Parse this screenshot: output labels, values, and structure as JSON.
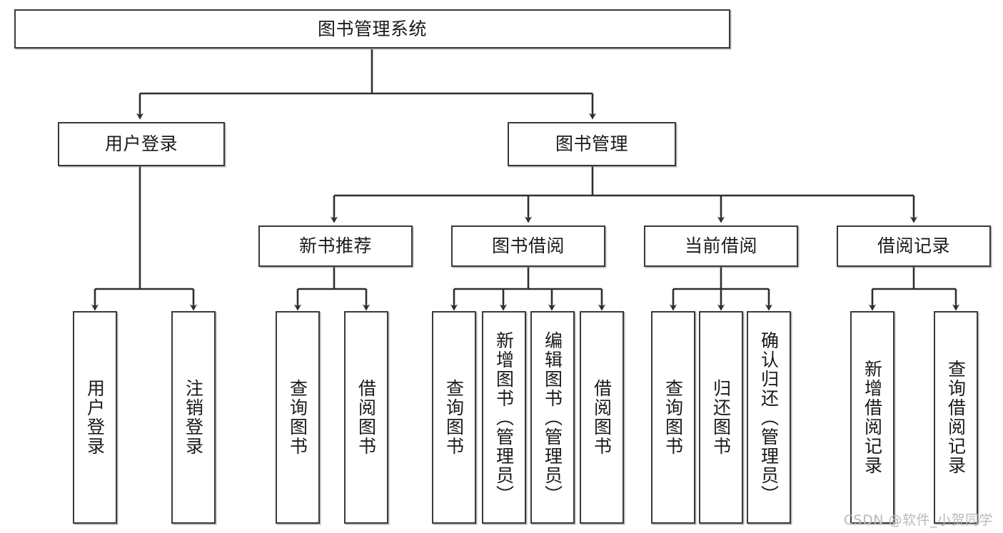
{
  "diagram": {
    "title": "图书管理系统",
    "type": "hierarchy-tree",
    "watermark": "CSDN @软件_小贺同学",
    "colors": {
      "box_border": "#3a3a3a",
      "box_fill": "#ffffff",
      "connector": "#2f2f2f",
      "text": "#1a1a1a",
      "watermark": "#b9b9b9"
    },
    "root": {
      "label": "图书管理系统"
    },
    "level2": [
      {
        "label": "用户登录"
      },
      {
        "label": "图书管理"
      }
    ],
    "level3": [
      {
        "label": "新书推荐"
      },
      {
        "label": "图书借阅"
      },
      {
        "label": "当前借阅"
      },
      {
        "label": "借阅记录"
      }
    ],
    "leaves": {
      "user_login": [
        {
          "label": "用户登录"
        },
        {
          "label": "注销登录"
        }
      ],
      "new_book_recommend": [
        {
          "label": "查询图书"
        },
        {
          "label": "借阅图书"
        }
      ],
      "book_borrow": [
        {
          "label": "查询图书"
        },
        {
          "label": "新增图书（管理员）"
        },
        {
          "label": "编辑图书（管理员）"
        },
        {
          "label": "借阅图书"
        }
      ],
      "current_borrow": [
        {
          "label": "查询图书"
        },
        {
          "label": "归还图书"
        },
        {
          "label": "确认归还（管理员）"
        }
      ],
      "borrow_record": [
        {
          "label": "新增借阅记录"
        },
        {
          "label": "查询借阅记录"
        }
      ]
    }
  }
}
